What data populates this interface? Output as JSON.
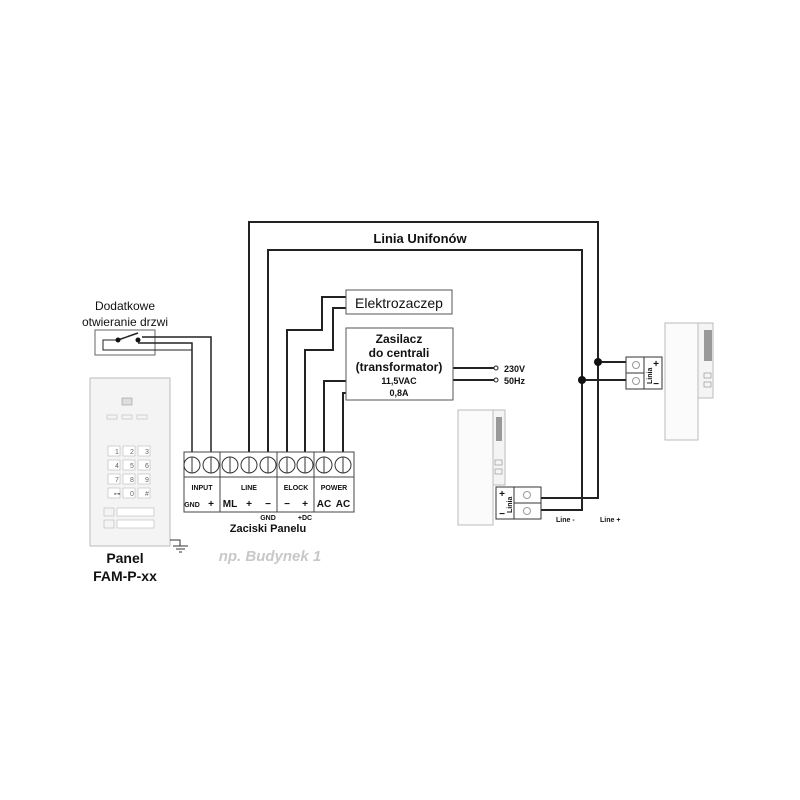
{
  "line_label": "Linia Unifonów",
  "extra_open": {
    "line1": "Dodatkowe",
    "line2": "otwieranie drzwi"
  },
  "elock_box": "Elektrozaczep",
  "psu": {
    "line1": "Zasilacz",
    "line2": "do centrali",
    "line3": "(transformator)",
    "line4": "11,5VAC",
    "line5": "0,8A"
  },
  "mains": {
    "voltage": "230V",
    "freq": "50Hz"
  },
  "terminals": {
    "groups": [
      "INPUT",
      "LINE",
      "ELOCK",
      "POWER"
    ],
    "pins": [
      "GND",
      "+",
      "ML",
      "+",
      "−",
      "−",
      "+",
      "AC",
      "AC"
    ],
    "sub_gnd": "GND",
    "sub_dc": "+DC",
    "title": "Zaciski Panelu"
  },
  "panel": {
    "line1": "Panel",
    "line2": "FAM-P-xx",
    "keys": [
      "1",
      "2",
      "3",
      "4",
      "5",
      "6",
      "7",
      "8",
      "9",
      "⊶",
      "0",
      "#"
    ]
  },
  "building": "np. Budynek 1",
  "handset_terminal": {
    "label": "Linia",
    "plus": "+",
    "minus": "−"
  },
  "line_minus": "Line -",
  "line_plus": "Line +"
}
